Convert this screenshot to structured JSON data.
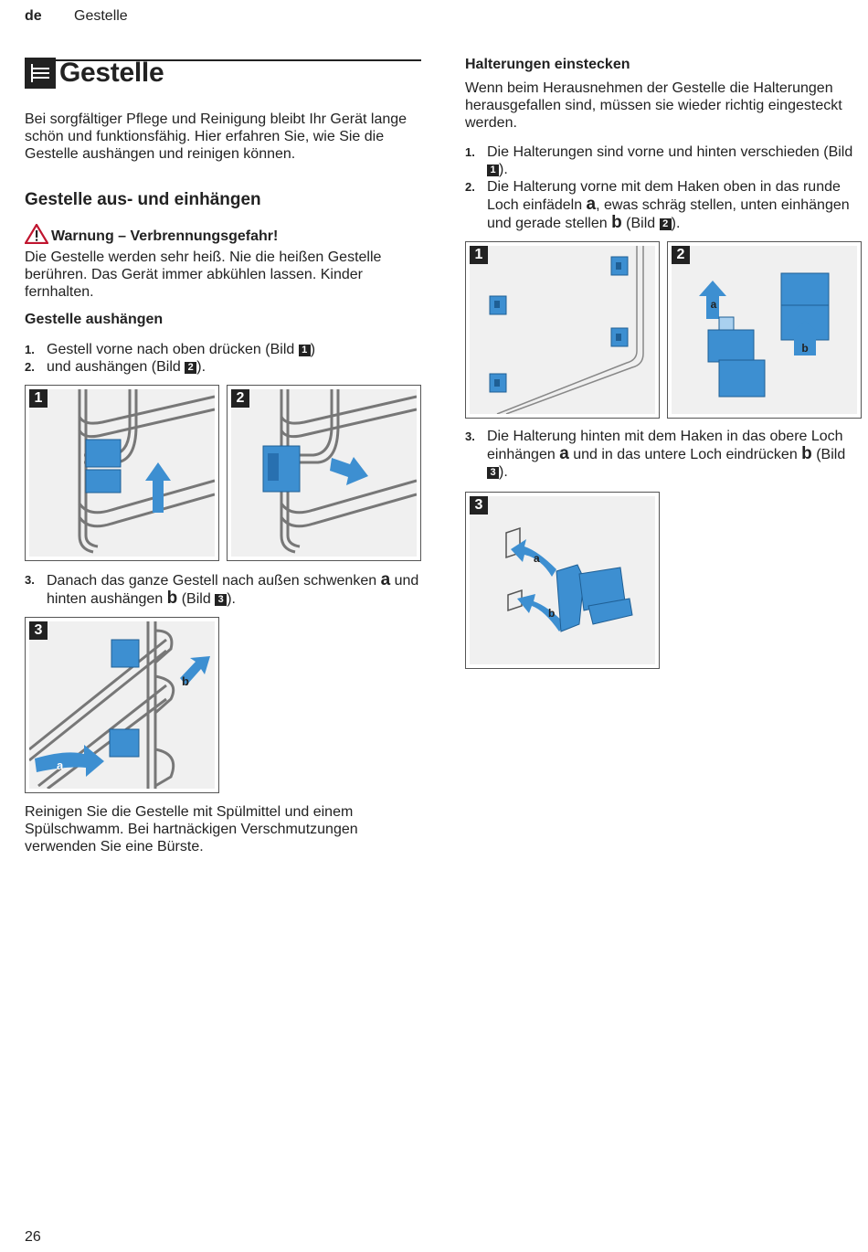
{
  "header": {
    "lang": "de",
    "section": "Gestelle"
  },
  "title": "Gestelle",
  "intro": "Bei sorgfältiger Pflege und Reinigung bleibt Ihr Gerät lange schön und funktionsfähig. Hier erfahren Sie, wie Sie die Gestelle aushängen und reinigen können.",
  "section1": {
    "heading": "Gestelle aus- und einhängen",
    "warning_title": "Warnung – Verbrennungsgefahr!",
    "warning_text": "Die Gestelle werden sehr heiß. Nie die heißen Gestelle berühren. Das Gerät immer abkühlen lassen. Kinder fernhalten.",
    "sub_heading": "Gestelle aushängen",
    "steps": [
      {
        "num": "1.",
        "text": "Gestell vorne nach oben drücken (Bild ",
        "ref": "1",
        "end": ")"
      },
      {
        "num": "2.",
        "text": "und aushängen (Bild ",
        "ref": "2",
        "end": ")."
      }
    ],
    "step3": {
      "num": "3.",
      "pre": "Danach das ganze Gestell nach außen schwenken ",
      "a": "a",
      "mid": " und hinten aushängen ",
      "b": "b",
      "post": " (Bild ",
      "ref": "3",
      "end": ")."
    },
    "figure_labels": {
      "f1": "1",
      "f2": "2",
      "f3": "3",
      "a": "a",
      "b": "b"
    },
    "cleaning": "Reinigen Sie die Gestelle mit Spülmittel und einem Spülschwamm. Bei hartnäckigen Verschmutzungen verwenden Sie eine Bürste."
  },
  "section2": {
    "heading": "Halterungen einstecken",
    "intro": "Wenn beim Herausnehmen der Gestelle die Halterungen herausgefallen sind, müssen sie wieder richtig eingesteckt werden.",
    "step1": {
      "num": "1.",
      "text": "Die Halterungen sind vorne und hinten verschieden (Bild ",
      "ref": "1",
      "end": ")."
    },
    "step2": {
      "num": "2.",
      "pre": "Die Halterung vorne mit dem Haken oben in das runde Loch einfädeln ",
      "a": "a",
      "mid": ", ewas schräg stellen, unten einhängen und gerade stellen ",
      "b": "b",
      "post": " (Bild ",
      "ref": "2",
      "end": ")."
    },
    "step3": {
      "num": "3.",
      "pre": "Die Halterung hinten mit dem Haken in das obere Loch einhängen ",
      "a": "a",
      "mid": " und in das untere Loch eindrücken ",
      "b": "b",
      "post": " (Bild ",
      "ref": "3",
      "end": ")."
    },
    "figure_labels": {
      "f1": "1",
      "f2": "2",
      "f3": "3",
      "a": "a",
      "b": "b"
    }
  },
  "footer": {
    "page": "26"
  },
  "colors": {
    "accent_blue": "#3d8fd1",
    "bg_grey": "#f0f0f0",
    "text": "#222222"
  }
}
